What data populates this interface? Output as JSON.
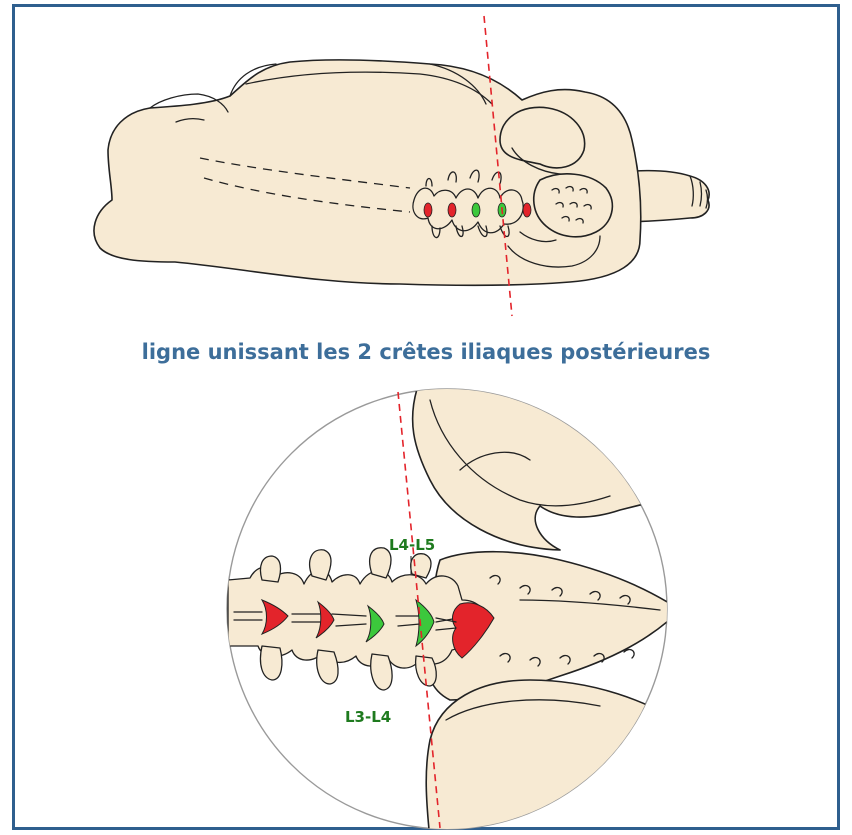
{
  "caption": "ligne unissant les 2 crêtes iliaques postérieures",
  "labels": {
    "upper": "L4-L5",
    "lower": "L3-L4"
  },
  "colors": {
    "frame": "#2f5f8e",
    "caption": "#3d6e9a",
    "label": "#1e7a1e",
    "skin": "#f7ead3",
    "space_red": "#e3242b",
    "space_green": "#3cc83c",
    "line": "#e3242b"
  },
  "intervertebral_spaces": [
    {
      "color": "red"
    },
    {
      "color": "red"
    },
    {
      "color": "green"
    },
    {
      "color": "green"
    },
    {
      "color": "red"
    }
  ]
}
